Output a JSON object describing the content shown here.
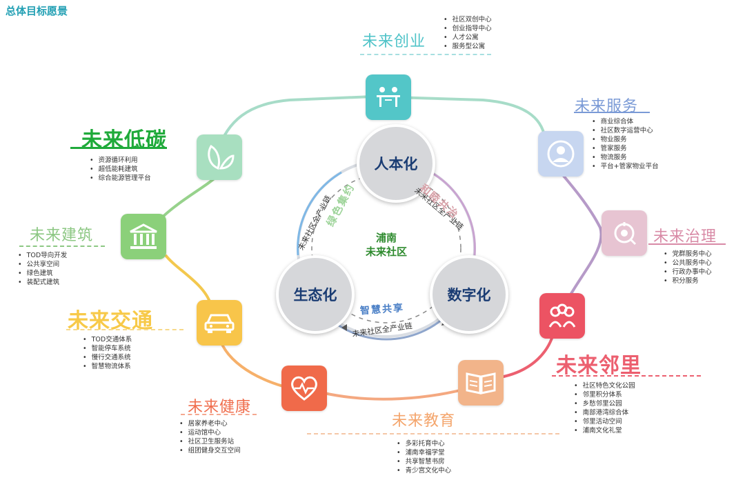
{
  "page_title": "总体目标愿景",
  "center": {
    "line1": "浦南",
    "line2": "未来社区"
  },
  "nodes": {
    "top": "人本化",
    "left": "生态化",
    "right": "数字化"
  },
  "ring_labels": {
    "top_right": "未来社区全产业链",
    "left": "未来社区全产业链",
    "bottom": "未来社区全产业链",
    "inner_left": "绿色集约",
    "inner_right": "和睦共治",
    "inner_bottom": "智慧共享"
  },
  "sections": {
    "chuangye": {
      "title": "未来创业",
      "items": [
        "社区双创中心",
        "创业指导中心",
        "人才公寓",
        "服务型公寓"
      ]
    },
    "fuwu": {
      "title": "未来服务",
      "items": [
        "商业综合体",
        "社区数字运营中心",
        "物业服务",
        "管家服务",
        "物流服务",
        "平台+管家物业平台"
      ]
    },
    "zhili": {
      "title": "未来治理",
      "items": [
        "党群服务中心",
        "公共服务中心",
        "行政办事中心",
        "积分服务"
      ]
    },
    "linli": {
      "title": "未来邻里",
      "items": [
        "社区特色文化公园",
        "邻里积分体系",
        "乡愁邻里公园",
        "南部港湾综合体",
        "邻里活动空间",
        "浦南文化礼堂"
      ]
    },
    "jiaoyu": {
      "title": "未来教育",
      "items": [
        "多彩托育中心",
        "浦南幸福学堂",
        "共享智慧书房",
        "青少宫文化中心"
      ]
    },
    "jiankang": {
      "title": "未来健康",
      "items": [
        "居家养老中心",
        "运动馆中心",
        "社区卫生服务站",
        "组团健身交互空间"
      ]
    },
    "jiaotong": {
      "title": "未来交通",
      "items": [
        "TOD交通体系",
        "智能停车系统",
        "慢行交通系统",
        "智慧物流体系"
      ]
    },
    "jianzhu": {
      "title": "未来建筑",
      "items": [
        "TOD导向开发",
        "公共享空间",
        "绿色建筑",
        "装配式建筑"
      ]
    },
    "ditan": {
      "title": "未来低碳",
      "items": [
        "资源循环利用",
        "超低能耗建筑",
        "综合能源管理平台"
      ]
    }
  },
  "colors": {
    "chuangye": "#4fc3c8",
    "fuwu": "#7a9ad6",
    "zhili": "#d88aa6",
    "linli": "#ec5f6f",
    "jiaoyu": "#f4b07a",
    "jiankang": "#f06e4e",
    "jiaotong": "#f7c948",
    "jianzhu": "#7fc97a",
    "ditan": "#1faa3a",
    "node_text": "#1a3c73",
    "center_text": "#2d8a2d"
  },
  "icons": [
    "meeting-icon",
    "user-service-icon",
    "governance-icon",
    "neighbors-icon",
    "book-icon",
    "heart-pulse-icon",
    "car-icon",
    "building-icon",
    "leaf-icon"
  ]
}
